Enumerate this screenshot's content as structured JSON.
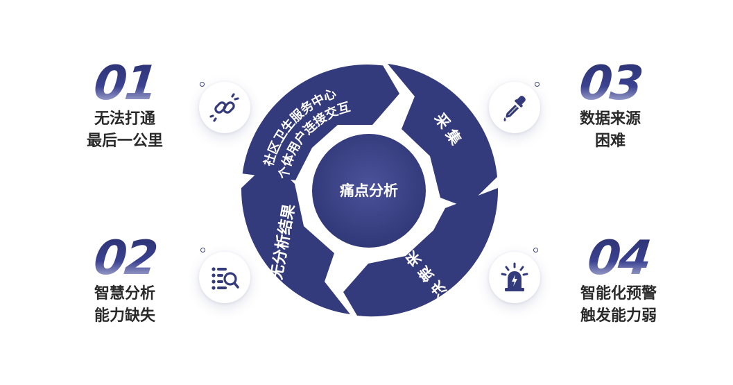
{
  "center_label": "痛点分析",
  "segments": [
    {
      "line1": "社区卫生服务中心",
      "line2": "个体用户连接交互"
    },
    {
      "text": "采 集"
    },
    {
      "text": "决 策 来"
    },
    {
      "text": "无分析结果"
    }
  ],
  "items": [
    {
      "number": "01",
      "label": "无法打通\n最后一公里",
      "icon": "link-icon"
    },
    {
      "number": "02",
      "label": "智慧分析\n能力缺失",
      "icon": "search-list-icon"
    },
    {
      "number": "03",
      "label": "数据来源\n困难",
      "icon": "dropper-icon"
    },
    {
      "number": "04",
      "label": "智能化预警\n触发能力弱",
      "icon": "alarm-icon"
    }
  ],
  "colors": {
    "primary": "#343b7c",
    "center": "#3d4488",
    "accent_light": "#c9cbe6"
  }
}
